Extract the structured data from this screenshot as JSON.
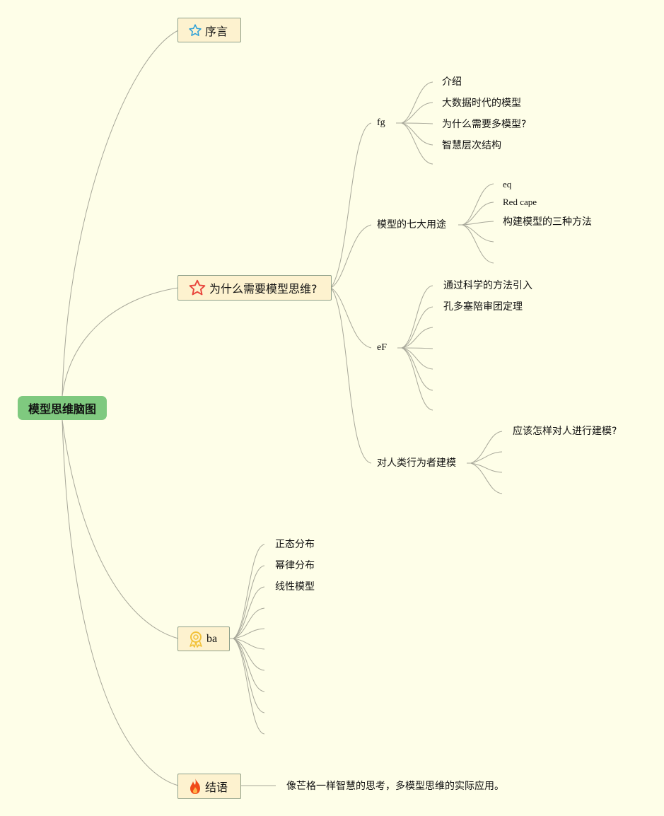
{
  "root": {
    "label": "模型思维脑图"
  },
  "topics": [
    {
      "label": "序言",
      "icon": "star-outline-blue-icon"
    },
    {
      "label": "为什么需要模型思维?",
      "icon": "star-outline-red-icon"
    },
    {
      "label": "ba",
      "icon": "award-ribbon-icon"
    },
    {
      "label": "结语",
      "icon": "flame-icon"
    }
  ],
  "why_children": [
    {
      "label": "fg",
      "leaves": [
        "介绍",
        "大数据时代的模型",
        "为什么需要多模型?",
        "智慧层次结构"
      ]
    },
    {
      "label": "模型的七大用途",
      "leaves": [
        "eq",
        "Red cape",
        "构建模型的三种方法"
      ]
    },
    {
      "label": "eF",
      "leaves": [
        "通过科学的方法引入",
        "孔多塞陪审团定理"
      ]
    },
    {
      "label": "对人类行为者建模",
      "leaves": [
        "应该怎样对人进行建模?"
      ]
    }
  ],
  "ba_leaves": [
    "正态分布",
    "幂律分布",
    "线性模型"
  ],
  "conclusion_leaf": "像芒格一样智慧的思考，多模型思维的实际应用。",
  "colors": {
    "background": "#fefee8",
    "root_fill": "#7fc97f",
    "topic_fill": "#fdf2cf",
    "topic_border": "#8fa08a",
    "edge": "#a8a89a",
    "star_blue": "#2a9fd8",
    "star_red": "#e8453c",
    "award": "#f2c23a",
    "flame": "#f04a1a"
  }
}
